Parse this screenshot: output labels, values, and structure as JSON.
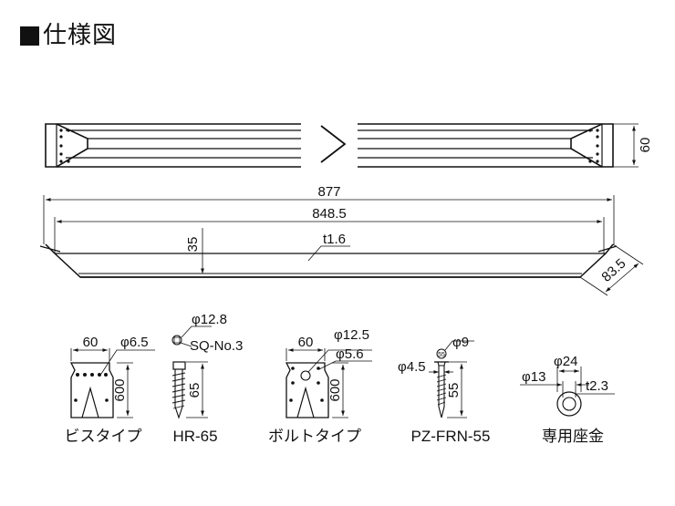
{
  "title": {
    "prefix_icon": "black-square-icon",
    "text": "仕様図"
  },
  "top_view": {
    "dim_height": "60"
  },
  "side_view": {
    "dim_total_length": "877",
    "dim_inner_length": "848.5",
    "dim_depth": "35",
    "dim_thickness": "t1.6",
    "dim_end": "83.5"
  },
  "parts": {
    "screw_type": {
      "width": "60",
      "hole": "φ6.5",
      "height": "600",
      "caption": "ビスタイプ"
    },
    "hr65": {
      "head": "φ12.8",
      "drive": "SQ-No.3",
      "length": "65",
      "caption": "HR-65"
    },
    "bolt_type": {
      "width": "60",
      "hole_large": "φ12.5",
      "hole_small": "φ5.6",
      "height": "600",
      "caption": "ボルトタイプ"
    },
    "pz_frn55": {
      "head": "φ9",
      "head_mark": "55",
      "shank": "φ4.5",
      "length": "55",
      "caption": "PZ-FRN-55"
    },
    "washer": {
      "outer": "φ24",
      "inner": "φ13",
      "thickness": "t2.3",
      "caption": "専用座金"
    }
  }
}
